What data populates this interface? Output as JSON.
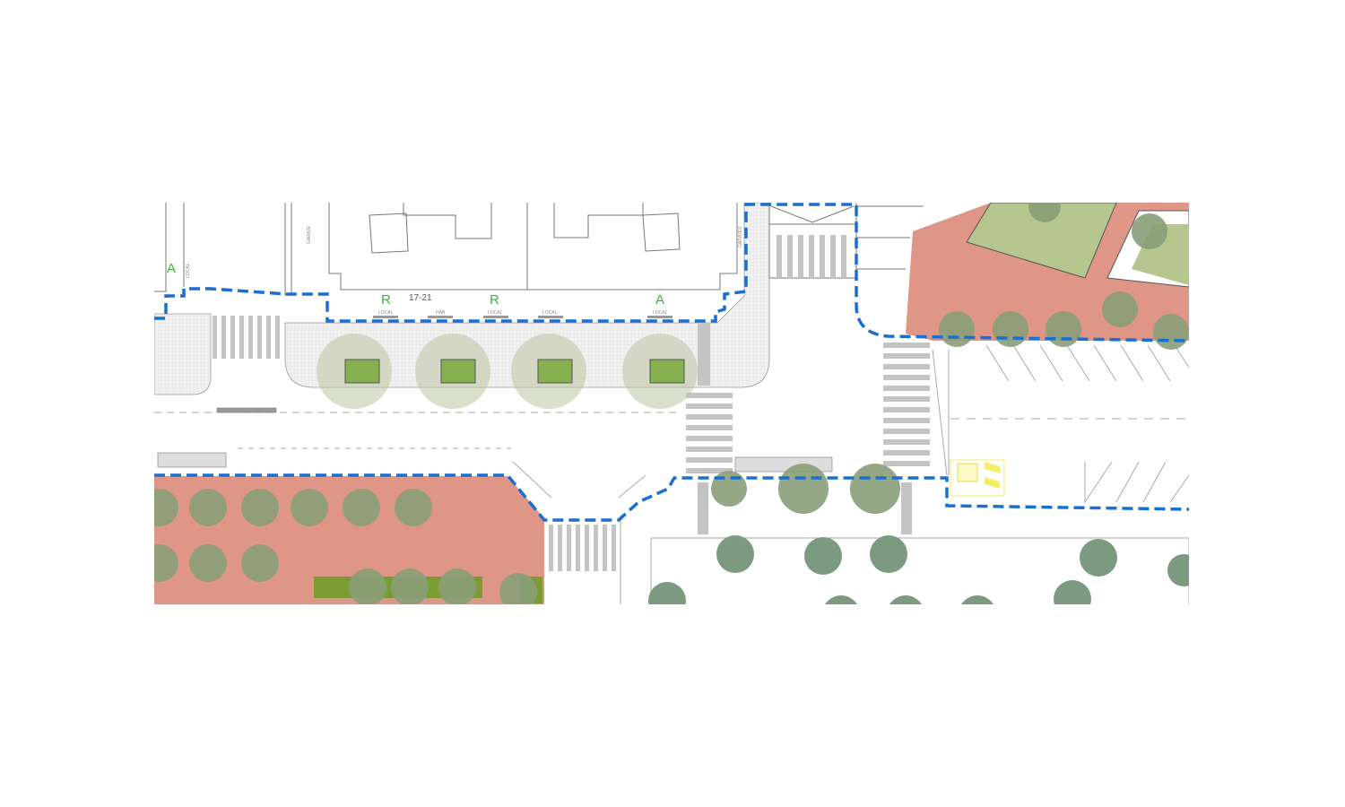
{
  "plan": {
    "labels": {
      "a_left": "A",
      "local_vertical": "LOCAL",
      "garaje": "GARAJE",
      "r_1": "R",
      "number": "17-21",
      "r_2": "R",
      "a_right": "A",
      "garajes": "GARAJES",
      "local_1": "LOCAL",
      "hab": "HAB",
      "local_2": "LOCAL",
      "local_3": "LOCAL",
      "local_4": "LOCAL"
    },
    "colors": {
      "boundary": "#1a6fd0",
      "plaza": "#df9687",
      "lawn": "#b6c68f",
      "tree": "#8a9f78",
      "tree_dark": "#7c9a80",
      "planter": "#86b04f",
      "crosswalk": "#c4c4c4",
      "sign": "#f2ee6a"
    }
  }
}
